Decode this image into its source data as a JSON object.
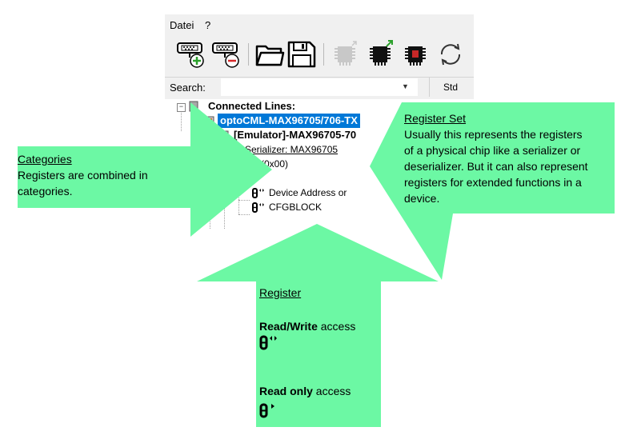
{
  "menu": {
    "items": [
      "Datei",
      "?"
    ]
  },
  "toolbar": {
    "buttons": [
      "add-line-icon",
      "remove-line-icon",
      "open-folder-icon",
      "save-icon",
      "chip-read-icon",
      "chip-write-icon",
      "chip-stop-icon",
      "refresh-icon"
    ]
  },
  "search": {
    "label": "Search:",
    "value": "",
    "std_label": "Std"
  },
  "tree": {
    "root": "Connected Lines:",
    "line": "optoCML-MAX96705/706-TX",
    "emulator": "[Emulator]-MAX96705-70",
    "serializer": "Serializer: MAX96705",
    "category": "(0x00)",
    "reg1": "Device Address or",
    "reg2": "CFGBLOCK"
  },
  "colors": {
    "arrow": "#6cf8a4",
    "selection": "#0078d7"
  },
  "callouts": {
    "categories": {
      "title": "Categories",
      "text1": "Registers are combined in",
      "text2": "categories."
    },
    "register_set": {
      "title": "Register Set",
      "lines": [
        "Usually this represents the registers",
        "of a physical chip like a serializer or",
        "deserializer. But it can also represent",
        "registers for extended functions in a",
        "device."
      ]
    },
    "register": {
      "title": "Register",
      "rw_bold": "Read/Write",
      "rw_rest": " access",
      "ro_bold": "Read only",
      "ro_rest": " access"
    }
  }
}
